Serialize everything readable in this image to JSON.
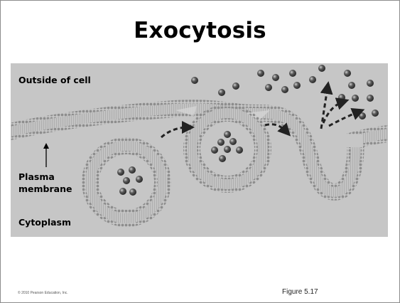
{
  "slide": {
    "title": "Exocytosis",
    "figure_ref": "Figure 5.17",
    "copyright": "© 2010 Pearson Education, Inc."
  },
  "diagram": {
    "labels": {
      "outside": "Outside of cell",
      "plasma": "Plasma",
      "membrane": "membrane",
      "cytoplasm": "Cytoplasm"
    },
    "colors": {
      "panel": "#c6c6c6",
      "lipid_head": "#8d8d8d",
      "lipid_tail": "#b4b4b4",
      "molecule": "#4a4a4a",
      "arrow": "#222222"
    }
  }
}
